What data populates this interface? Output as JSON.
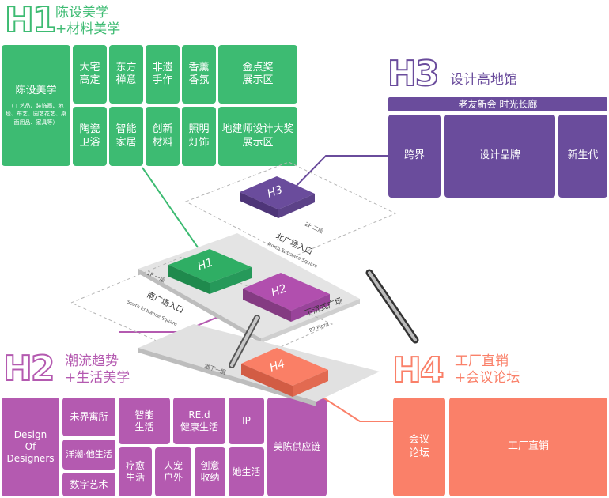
{
  "colors": {
    "h1": "#3dbb72",
    "h2": "#b45ab0",
    "h3": "#6a4c9c",
    "h4": "#fa8069"
  },
  "h1": {
    "code": "H1",
    "title_line1": "陈设美学",
    "title_line2": "+材料美学",
    "main_title": "陈设美学",
    "main_sub": "（工艺品、装饰画、地毯、布艺、园艺花艺、桌面用品、家具等）",
    "cells": [
      "大宅\n高定",
      "东方\n禅意",
      "非遗\n手作",
      "香薰\n香氛",
      "金点奖\n展示区",
      "陶瓷\n卫浴",
      "智能\n家居",
      "创新\n材料",
      "照明\n灯饰",
      "地建师设计大奖\n展示区"
    ]
  },
  "h2": {
    "code": "H2",
    "title_line1": "潮流趋势",
    "title_line2": "+生活美学",
    "cells": [
      "Design\nOf\nDesigners",
      "未界寓所",
      "洋潮·他生活",
      "数字艺术",
      "智能\n生活",
      "疗愈\n生活",
      "RE.d\n健康生活",
      "人宠\n户外",
      "创意\n收纳",
      "IP",
      "她生活",
      "美陈供应链"
    ]
  },
  "h3": {
    "code": "H3",
    "title": "设计高地馆",
    "banner": "老友新会 时光长廊",
    "cells": [
      "跨界",
      "设计品牌",
      "新生代"
    ]
  },
  "h4": {
    "code": "H4",
    "title_line1": "工厂直销",
    "title_line2": "+会议论坛",
    "cells": [
      "会议\n论坛",
      "工厂直销"
    ]
  },
  "floor": {
    "f2": "2F 二层",
    "f1": "1F 一层",
    "b1": "地下一层",
    "north_cn": "北广场入口",
    "north_en": "North Entrance Square",
    "south_cn": "南广场入口",
    "south_en": "South Entrance Square",
    "plaza_cn": "下沉式广场",
    "plaza_en": "B2 Plaza",
    "block_h1": "H1",
    "block_h2": "H2",
    "block_h3": "H3",
    "block_h4": "H4"
  }
}
